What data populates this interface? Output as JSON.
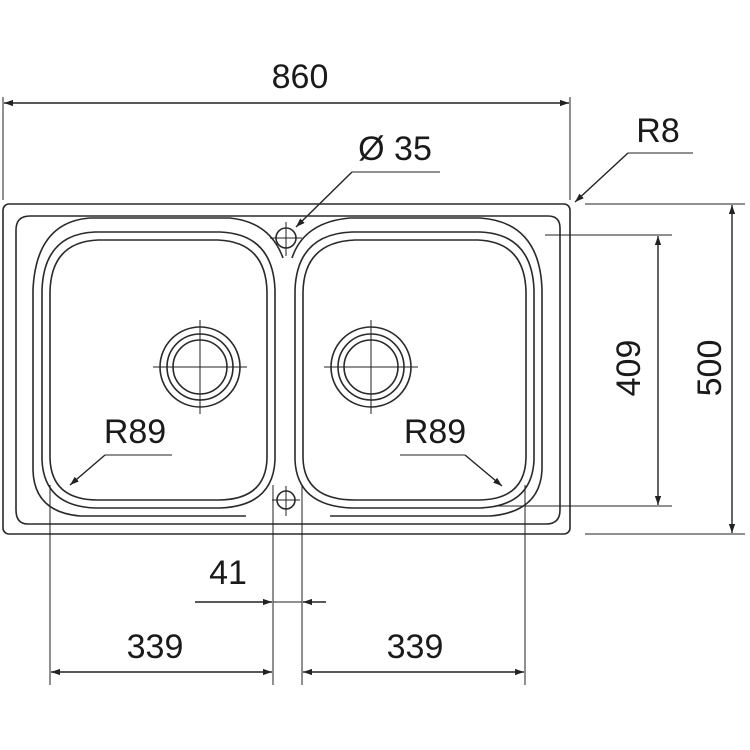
{
  "drawing": {
    "labels": {
      "overall_width": "860",
      "overall_depth": "500",
      "bowl_depth": "409",
      "tap_hole": "Ø 35",
      "corner_radius": "R8",
      "bowl_radius_left": "R89",
      "bowl_radius_right": "R89",
      "bowl_width_left": "339",
      "bowl_width_right": "339",
      "divider_width": "41"
    }
  }
}
